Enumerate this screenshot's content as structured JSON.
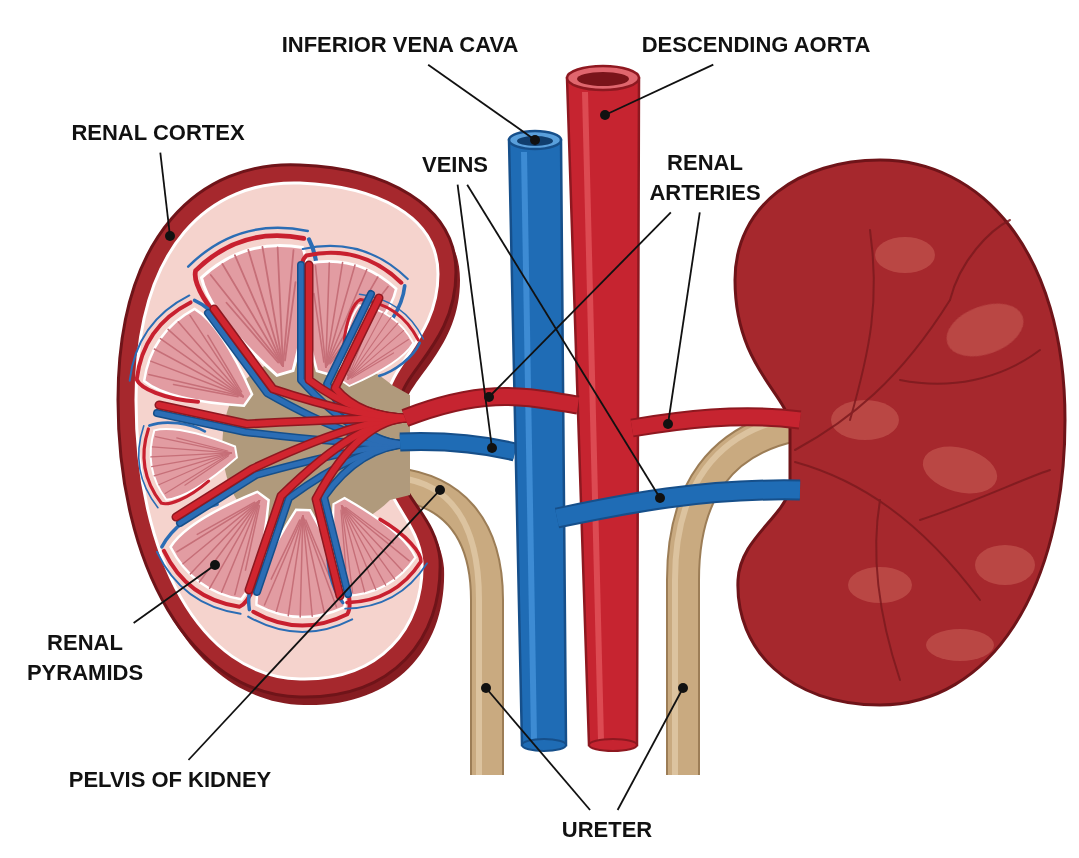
{
  "diagram": {
    "labels": [
      "INFERIOR VENA CAVA",
      "DESCENDING AORTA",
      "RENAL CORTEX",
      "VEINS",
      "RENAL ARTERIES",
      "RENAL PYRAMIDS",
      "PELVIS OF KIDNEY",
      "URETER"
    ]
  }
}
